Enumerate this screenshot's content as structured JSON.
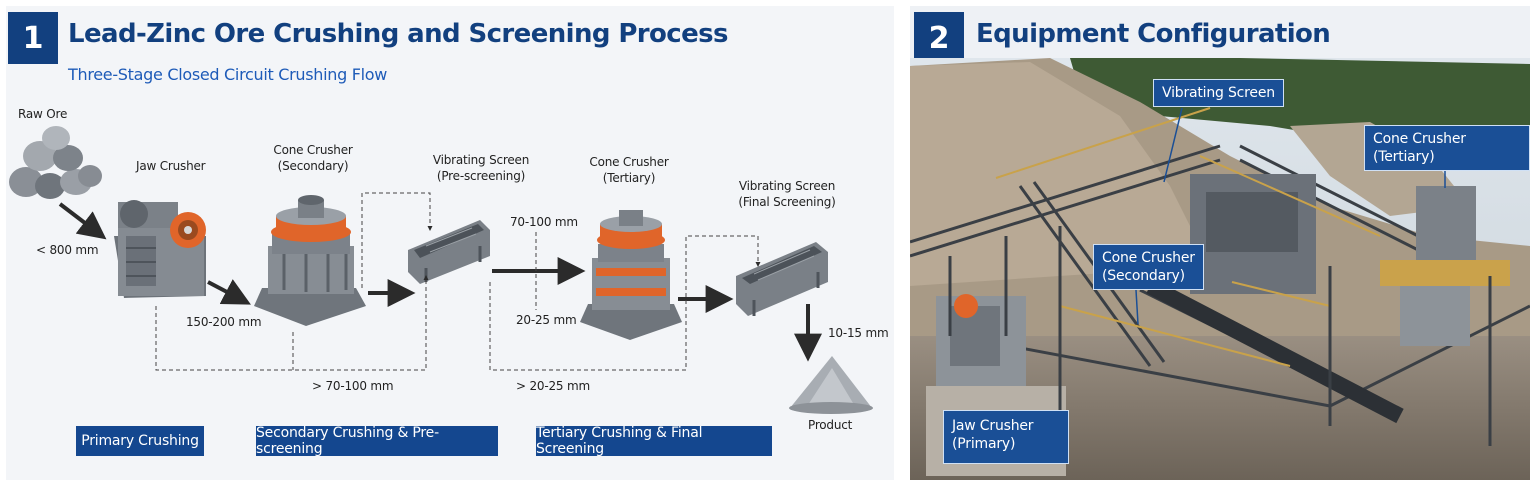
{
  "left": {
    "number": "1",
    "title": "Lead-Zinc Ore Crushing and Screening Process",
    "subtitle": "Three-Stage Closed Circuit Crushing Flow",
    "raw_ore": "Raw Ore",
    "jaw": "Jaw Crusher",
    "cone_sec_1": "Cone Crusher",
    "cone_sec_2": "(Secondary)",
    "vs_pre_1": "Vibrating Screen",
    "vs_pre_2": "(Pre-screening)",
    "cone_ter_1": "Cone Crusher",
    "cone_ter_2": "(Tertiary)",
    "vs_fin_1": "Vibrating Screen",
    "vs_fin_2": "(Final Screening)",
    "size_raw": "< 800 mm",
    "size_jaw": "150-200 mm",
    "size_pre_pass": "70-100 mm",
    "size_recirc": "20-25 mm",
    "size_return1": "> 70-100 mm",
    "size_return2": "> 20-25 mm",
    "size_product": "10-15 mm",
    "product": "Product",
    "stage1": "Primary Crushing",
    "stage2": "Secondary Crushing & Pre-screening",
    "stage3": "Tertiary Crushing & Final Screening"
  },
  "right": {
    "number": "2",
    "title": "Equipment Configuration",
    "tag_vs": "Vibrating Screen",
    "tag_ct": "Cone Crusher (Tertiary)",
    "tag_cs_1": "Cone Crusher",
    "tag_cs_2": "(Secondary)",
    "tag_jaw_1": "Jaw Crusher",
    "tag_jaw_2": "(Primary)"
  },
  "colors": {
    "accent": "#12407f",
    "subtitle": "#1e5bb8",
    "crusher_orange": "#e0652a",
    "machine_grey": "#7d848c"
  }
}
